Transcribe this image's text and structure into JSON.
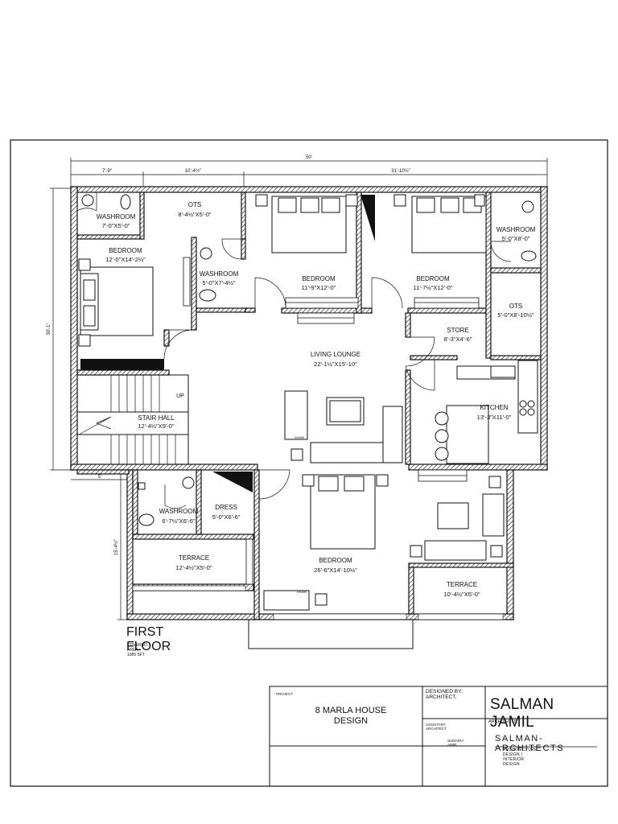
{
  "drawing": {
    "title": "FIRST FLOOR",
    "covered_area": "COVERED AREA : 1985 SFT"
  },
  "dimensions": {
    "overall_width": "50'",
    "seg_1": "7'-9\"",
    "seg_2": "10'-4½\"",
    "seg_3": "31'-10½\"",
    "overall_height": "30'-1\"",
    "lower_height": "15'-4½\"",
    "lower_offset": "5'"
  },
  "rooms": [
    {
      "name": "WASHROOM",
      "size": "7'-0\"X5'-0\""
    },
    {
      "name": "OTS",
      "size": "8'-4½\"X5'-0\""
    },
    {
      "name": "BEDROOM",
      "size": "12'-0\"X14'-2½\""
    },
    {
      "name": "WASHROOM",
      "size": "5'-0\"X7'-4½\""
    },
    {
      "name": "BEDROOM",
      "size": "11'-9\"X12'-0\""
    },
    {
      "name": "BEDROOM",
      "size": "11'-7½\"X12'-0\""
    },
    {
      "name": "WASHROOM",
      "size": "5'-0\"X8'-0\""
    },
    {
      "name": "OTS",
      "size": "5'-0\"X8'-10½\""
    },
    {
      "name": "STORE",
      "size": "8'-3\"X4'-6\""
    },
    {
      "name": "LIVING LOUNGE",
      "size": "22'-1½\"X15'-10\""
    },
    {
      "name": "KITCHEN",
      "size": "13'-3\"X11'-0\""
    },
    {
      "name": "STAIR HALL",
      "size": "12'-4½\"X9'-0\""
    },
    {
      "name": "WASHROOM",
      "size": "6'-7½\"X6'-6\""
    },
    {
      "name": "DRESS",
      "size": "5'-0\"X6'-6\""
    },
    {
      "name": "TERRACE",
      "size": "12'-4½\"X5'-0\""
    },
    {
      "name": "BEDROOM",
      "size": "26'-6\"X14'-10½\""
    },
    {
      "name": "TERRACE",
      "size": "10'-4½\"X5'-0\""
    }
  ],
  "annotations": {
    "up": "UP",
    "divan_1": "DIVAN",
    "divan_2": "DIVAN"
  },
  "title_block": {
    "project_label": "PROJECT",
    "project_name": "8 MARLA HOUSE DESIGN",
    "designed_by_label": "DESIGNED BY: ARCHITECT,",
    "designer_name": "SALMAN JAMIL",
    "assistant_label": "ASSISTANT ARCHITECT",
    "assistant_name": "SUMAIRA AMIR",
    "architects_label": "ARCHITECTS,",
    "firm_name": "SALMAN-ARCHITECTS",
    "firm_tagline": "ARCHITECTURE DESIGN | INTERIOR DESIGN"
  }
}
